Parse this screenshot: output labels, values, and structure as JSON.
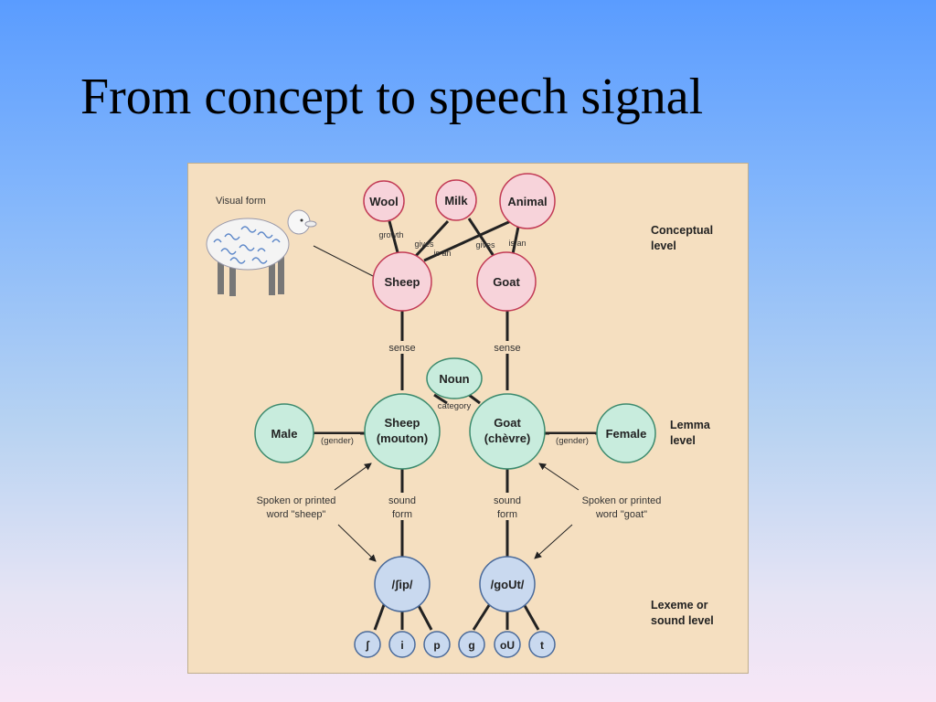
{
  "title": "From concept to speech signal",
  "diagram": {
    "visual_form_label": "Visual form",
    "levels": {
      "conceptual": [
        "Conceptual",
        "level"
      ],
      "lemma": [
        "Lemma",
        "level"
      ],
      "lexeme": [
        "Lexeme or",
        "sound level"
      ]
    },
    "concept_nodes": {
      "wool": "Wool",
      "milk": "Milk",
      "animal": "Animal",
      "sheep": "Sheep",
      "goat": "Goat"
    },
    "concept_links": {
      "growth": "growth",
      "gives_left": "gives",
      "is_an_left": "is an",
      "gives_right": "gives",
      "is_an_right": "is an"
    },
    "lemma_nodes": {
      "male": "Male",
      "female": "Female",
      "noun": "Noun",
      "sheep": [
        "Sheep",
        "(mouton)"
      ],
      "goat": [
        "Goat",
        "(chèvre)"
      ]
    },
    "lemma_links": {
      "sense_left": "sense",
      "sense_right": "sense",
      "category": "category",
      "gender_left": "(gender)",
      "gender_right": "(gender)",
      "sound_form_left": [
        "sound",
        "form"
      ],
      "sound_form_right": [
        "sound",
        "form"
      ]
    },
    "inputs": {
      "left": [
        "Spoken or printed",
        "word \"sheep\""
      ],
      "right": [
        "Spoken or printed",
        "word \"goat\""
      ]
    },
    "lexeme_nodes": {
      "sheep": "/ʃip/",
      "goat": "/goUt/"
    },
    "segments": [
      "ʃ",
      "i",
      "p",
      "g",
      "oU",
      "t"
    ],
    "colors": {
      "panel": "#f5dfc0",
      "concept_fill": "#f7d3da",
      "concept_stroke": "#c23a55",
      "lemma_fill": "#c8ecdd",
      "lemma_stroke": "#3c8a6d",
      "lexeme_fill": "#c9d9ef",
      "lexeme_stroke": "#4a6a9a"
    }
  }
}
